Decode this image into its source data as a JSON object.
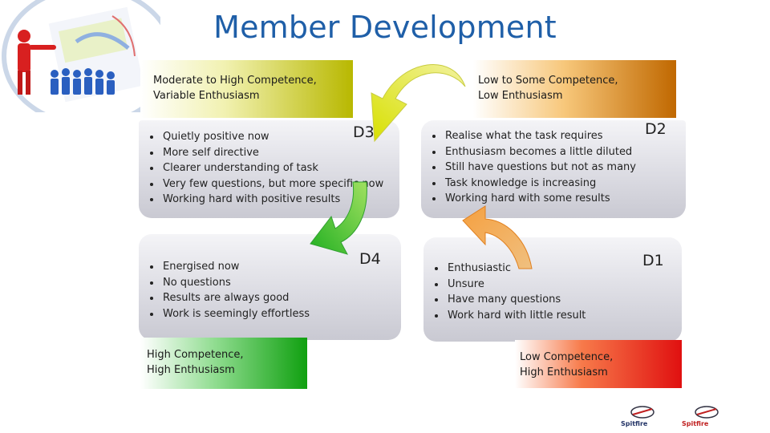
{
  "slide": {
    "title": "Member Development",
    "d3": {
      "header": [
        "Moderate to High Competence,",
        "Variable Enthusiasm"
      ],
      "label": "D3",
      "items": [
        "Quietly positive now",
        "More self directive",
        "Clearer understanding of task",
        "Very few questions, but more specific now",
        "Working hard with positive results"
      ]
    },
    "d2": {
      "header": [
        "Low to Some Competence,",
        "Low Enthusiasm"
      ],
      "label": "D2",
      "items": [
        "Realise what the task requires",
        "Enthusiasm becomes a little diluted",
        "Still have questions but not as many",
        "Task knowledge is increasing",
        "Working hard with some results"
      ]
    },
    "d4": {
      "header": [
        "High Competence,",
        "High Enthusiasm"
      ],
      "label": "D4",
      "items": [
        "Energised now",
        "No questions",
        "Results are always good",
        "Work is seemingly effortless"
      ]
    },
    "d1": {
      "header": [
        "Low Competence,",
        "High Enthusiasm"
      ],
      "label": "D1",
      "items": [
        "Enthusiastic",
        "Unsure",
        "Have many questions",
        "Work hard with little result"
      ]
    },
    "logos": [
      "Spitfire",
      "Spitfire"
    ],
    "colors": {
      "title": "#1f5fa8",
      "d3_header": "#b8b800",
      "d2_header": "#e07b00",
      "d4_header": "#1fae1f",
      "d1_header": "#e01010"
    }
  }
}
